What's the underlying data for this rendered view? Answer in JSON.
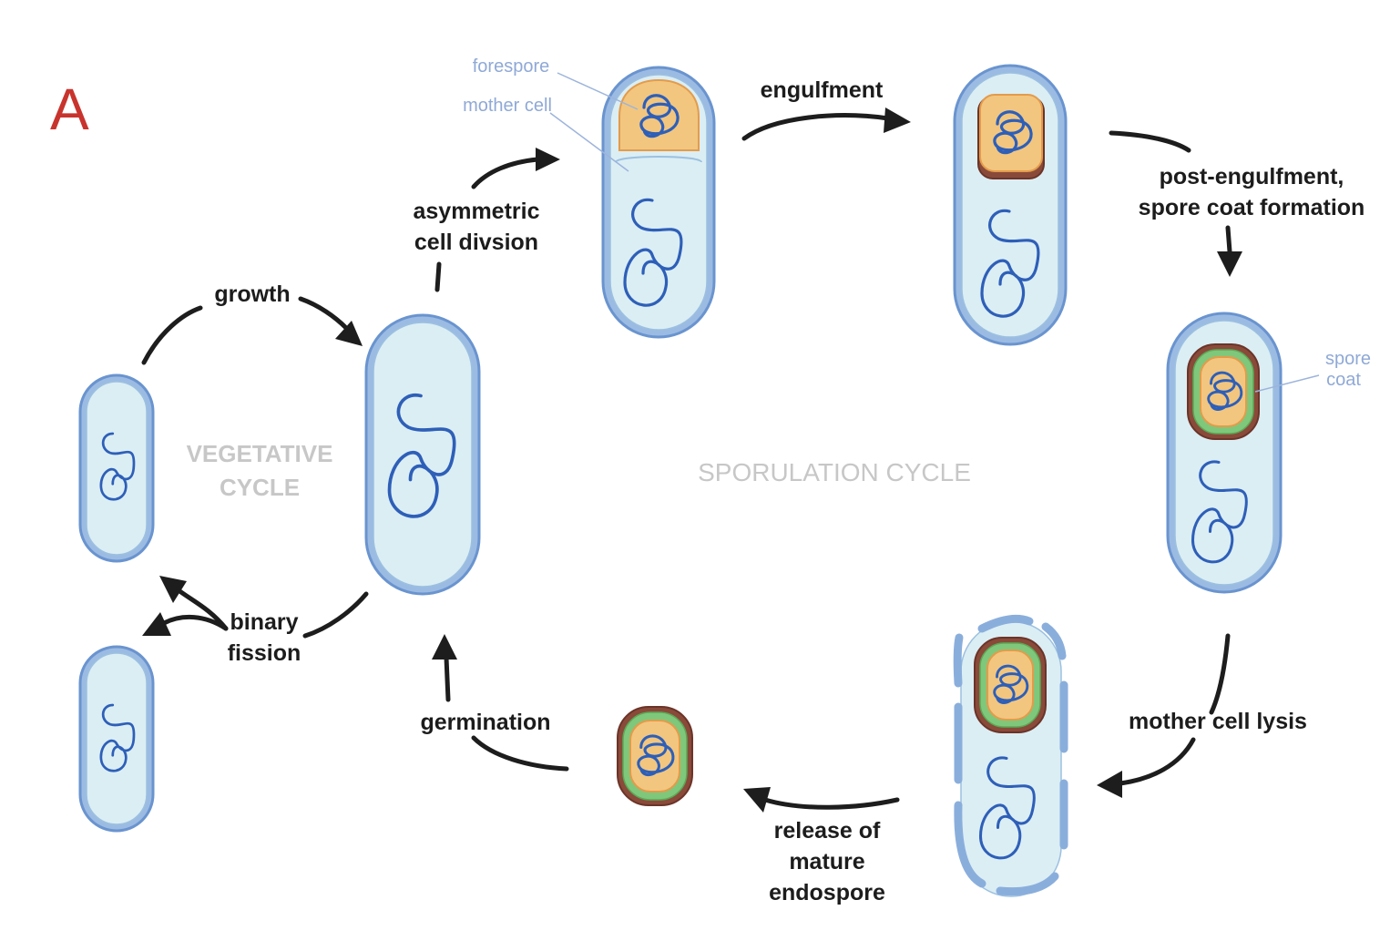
{
  "panel_letter": "A",
  "cycles": {
    "vegetative_line1": "VEGETATIVE",
    "vegetative_line2": "CYCLE",
    "sporulation": "SPORULATION CYCLE"
  },
  "steps": {
    "growth": "growth",
    "asymmetric_line1": "asymmetric",
    "asymmetric_line2": "cell divsion",
    "engulfment": "engulfment",
    "post_line1": "post-engulfment,",
    "post_line2": "spore coat formation",
    "lysis": "mother cell lysis",
    "release_line1": "release of",
    "release_line2": "mature",
    "release_line3": "endospore",
    "germination": "germination",
    "binary_line1": "binary",
    "binary_line2": "fission"
  },
  "annotations": {
    "forespore": "forespore",
    "mother_cell": "mother cell",
    "spore_line1": "spore",
    "spore_line2": "coat"
  },
  "colors": {
    "panel_letter": "#c8342d",
    "cell_wall": "#9bbbe3",
    "cytoplasm": "#dbeef4",
    "dna": "#2e5fb8",
    "forespore": "#f2c67f",
    "spore_coat_green": "#7fc77a",
    "spore_coat_brown": "#8a4a3a"
  }
}
